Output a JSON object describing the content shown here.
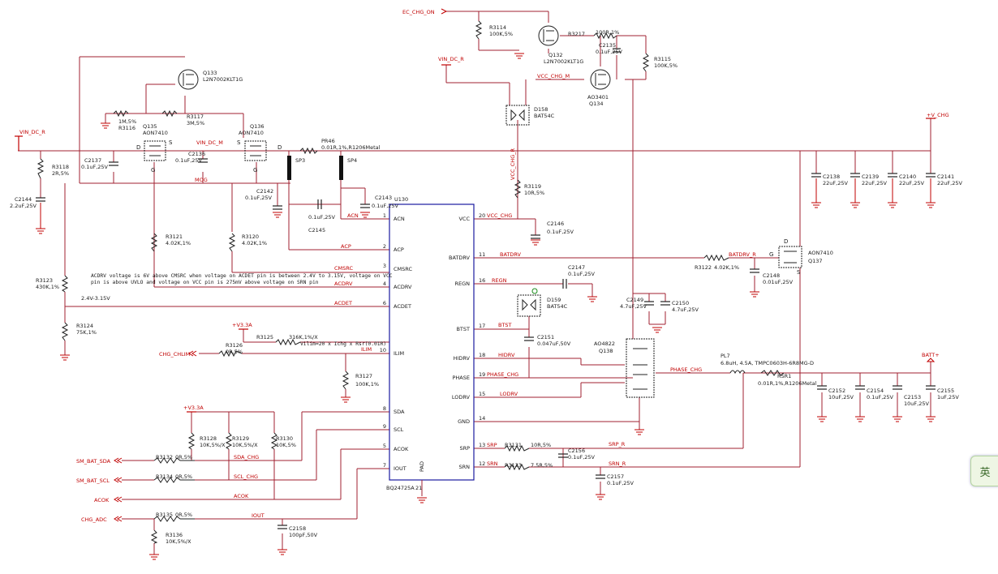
{
  "nets": {
    "ec_chg_on": "EC_CHG_ON",
    "vin_dc_r_top": "VIN_DC_R",
    "vin_dc_r_left": "VIN_DC_R",
    "vcc_chg_m": "VCC_CHG_M",
    "vin_dc_m": "VIN_DC_M",
    "mog": "MOG",
    "plus_v_chg": "+V_CHG",
    "vcc_chg_r": "VCC_CHG_R",
    "acn": "ACN",
    "acp": "ACP",
    "cmsrc": "CMSRC",
    "acdrv": "ACDRV",
    "acdet": "ACDET",
    "vcc_chg": "VCC_CHG",
    "batdrv": "BATDRV",
    "batdrv_r": "BATDRV_R",
    "regn": "REGN",
    "btst": "BTST",
    "hidrv": "HIDRV",
    "phase_chg_u": "PHASE_CHG",
    "phase_chg_r": "PHASE_CHG",
    "lodrv": "LODRV",
    "srp": "SRP",
    "srn": "SRN",
    "srp_r": "SRP_R",
    "srn_r": "SRN_R",
    "ilim": "ILIM",
    "chg_chlim": "CHG_CHLIM",
    "v3_3a_1": "+V3.3A",
    "v3_3a_2": "+V3.3A",
    "sda_chg": "SDA_CHG",
    "scl_chg": "SCL_CHG",
    "acok": "ACOK",
    "iout": "IOUT",
    "sm_bat_sda": "SM_BAT_SDA",
    "sm_bat_scl": "SM_BAT_SCL",
    "acok_port": "ACOK",
    "chg_adc": "CHG_ADC",
    "batt_plus": "BATT+",
    "v24": "2.4V-3.15V"
  },
  "ic": {
    "name": "U130",
    "part": "BQ24725A",
    "left_pins": [
      {
        "num": "1",
        "name": "ACN"
      },
      {
        "num": "2",
        "name": "ACP"
      },
      {
        "num": "3",
        "name": "CMSRC"
      },
      {
        "num": "4",
        "name": "ACDRV"
      },
      {
        "num": "6",
        "name": "ACDET"
      },
      {
        "num": "10",
        "name": "ILIM"
      },
      {
        "num": "8",
        "name": "SDA"
      },
      {
        "num": "9",
        "name": "SCL"
      },
      {
        "num": "5",
        "name": "ACOK"
      },
      {
        "num": "7",
        "name": "IOUT"
      }
    ],
    "right_pins": [
      {
        "num": "20",
        "name": "VCC"
      },
      {
        "num": "11",
        "name": "BATDRV"
      },
      {
        "num": "16",
        "name": "REGN"
      },
      {
        "num": "17",
        "name": "BTST"
      },
      {
        "num": "18",
        "name": "HIDRV"
      },
      {
        "num": "19",
        "name": "PHASE"
      },
      {
        "num": "15",
        "name": "LODRV"
      },
      {
        "num": "14",
        "name": "GND"
      },
      {
        "num": "13",
        "name": "SRP"
      },
      {
        "num": "12",
        "name": "SRN"
      }
    ],
    "pad_label": "PAD",
    "pad_num": "21"
  },
  "components": {
    "R3114": [
      "R3114",
      "100K,5%"
    ],
    "R3217": [
      "R3217",
      "100R,1%"
    ],
    "C2135": [
      "C2135",
      "0.1uF,25V"
    ],
    "R3115": [
      "R3115",
      "100K,5%"
    ],
    "Q132": [
      "Q132",
      "L2N7002KLT1G"
    ],
    "Q134": [
      "AO3401",
      "Q134"
    ],
    "Q133": [
      "Q133",
      "L2N7002KLT1G"
    ],
    "R3116": [
      "1M,5%",
      "R3116"
    ],
    "R3117": [
      "R3117",
      "3M,5%"
    ],
    "Q135": [
      "Q135",
      "AON7410"
    ],
    "Q136": [
      "Q136",
      "AON7410"
    ],
    "D158": [
      "D158",
      "BAT54C"
    ],
    "R3118": [
      "R3118",
      "2R,5%"
    ],
    "C2144": [
      "C2144",
      "2.2uF,25V"
    ],
    "C2137": [
      "C2137",
      "0.1uF,25V"
    ],
    "C2136": [
      "C2136",
      "0.1uF,25V"
    ],
    "PR46": [
      "PR46",
      "0.01R,1%,R1206Metal"
    ],
    "SP3": [
      "SP3",
      ""
    ],
    "SP4": [
      "SP4",
      ""
    ],
    "C2142": [
      "C2142",
      "0.1uF,25V"
    ],
    "C2145": [
      "C2145",
      "0.1uF,25V"
    ],
    "C2143": [
      "C2143",
      "0.1uF,25V"
    ],
    "R3119": [
      "R3119",
      "10R,5%"
    ],
    "C2146": [
      "C2146",
      "0.1uF,25V"
    ],
    "C2138": [
      "C2138",
      "22uF,25V"
    ],
    "C2139": [
      "C2139",
      "22uF,25V"
    ],
    "C2140": [
      "C2140",
      "22uF,25V"
    ],
    "C2141": [
      "C2141",
      "22uF,25V"
    ],
    "R3121": [
      "R3121",
      "4.02K,1%"
    ],
    "R3120": [
      "R3120",
      "4.02K,1%"
    ],
    "R3123": [
      "R3123",
      "430K,1%"
    ],
    "R3124": [
      "R3124",
      "75K,1%"
    ],
    "R3125": [
      "R3125",
      "316K,1%/X"
    ],
    "R3126": [
      "R3126",
      "0R,5%"
    ],
    "R3127": [
      "R3127",
      "100K,1%"
    ],
    "R3128": [
      "R3128",
      "10K,5%/X"
    ],
    "R3129": [
      "R3129",
      "10K,5%/X"
    ],
    "R3130": [
      "R3130",
      "10K,5%"
    ],
    "R3132": [
      "R3132",
      "0R,5%"
    ],
    "R3134": [
      "R3134",
      "0R,5%"
    ],
    "R3135": [
      "R3135",
      "0R,5%"
    ],
    "R3136": [
      "R3136",
      "10K,5%/X"
    ],
    "C2158": [
      "C2158",
      "100pF,50V"
    ],
    "Q137": [
      "AON7410",
      "Q137"
    ],
    "R3122": [
      "R3122",
      "4.02K,1%"
    ],
    "C2148": [
      "C2148",
      "0.01uF,25V"
    ],
    "C2147": [
      "C2147",
      "0.1uF,25V"
    ],
    "D159": [
      "D159",
      "BAT54C"
    ],
    "C2151": [
      "C2151",
      "0.047uF,50V"
    ],
    "C2149": [
      "C2149",
      "4.7uF,25V"
    ],
    "C2150": [
      "C2150",
      "4.7uF,25V"
    ],
    "Q138": [
      "AO4822",
      "Q138"
    ],
    "PL7": [
      "PL7",
      "6.8uH, 4.5A, TMPC0603H-6R8MG-D"
    ],
    "RSR1": [
      "RSR1",
      "0.01R,1%,R1206Metal"
    ],
    "R3131": [
      "R3131",
      "10R,5%"
    ],
    "R3133": [
      "R3133",
      "7.5R,5%"
    ],
    "C2156": [
      "C2156",
      "0.1uF,25V"
    ],
    "C2157": [
      "C2157",
      "0.1uF,25V"
    ],
    "C2152": [
      "C2152",
      "10uF,25V"
    ],
    "C2154": [
      "C2154",
      "0.1uF,25V"
    ],
    "C2153": [
      "C2153",
      "10uF,25V"
    ],
    "C2155": [
      "C2155",
      "1uF,25V"
    ]
  },
  "notes": {
    "acdrv_line1": "ACDRV voltage is 6V above CMSRC when voltage on ACDET pin is between 2.4V to 3.15V, voltage on VCC",
    "acdrv_line2": "pin is above UVLO and voltage on VCC pin is 275mV above voltage on SRN pin",
    "ilim_formula": "Vilim=20 x Ichg x Rsr(0.01R)"
  },
  "pin_labels": {
    "g": "G",
    "d": "D",
    "s": "S"
  },
  "ime_button": "英"
}
